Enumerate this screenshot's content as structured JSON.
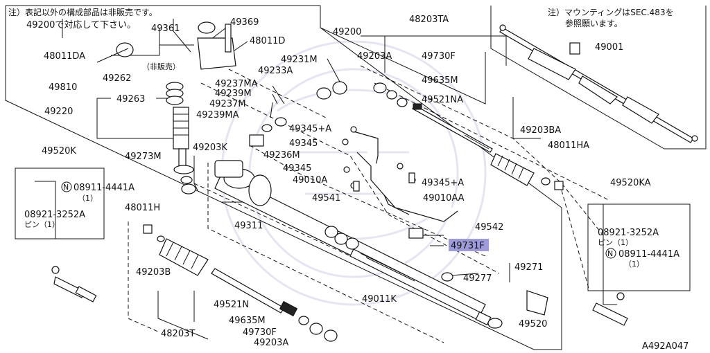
{
  "notes": {
    "top_left_line1": "注）表記以外の構成部品は非販売です。",
    "top_left_line2": "49200で対応して下さい。",
    "top_right_line1": "注）マウンティングはSEC.483を",
    "top_right_line2": "参照願います。",
    "not_sold": "（非販売）"
  },
  "figure_code": "A492A047",
  "highlighted_part": "49731F",
  "parts": {
    "p49369": "49369",
    "p49361": "49361",
    "p48011D": "48011D",
    "p49200": "49200",
    "p48203TA": "48203TA",
    "p49001": "49001",
    "p48011DA": "48011DA",
    "p49262": "49262",
    "p49810": "49810",
    "p49231M": "49231M",
    "p49233A": "49233A",
    "p49203A_top": "49203A",
    "p49730F_top": "49730F",
    "p49635M_top": "49635M",
    "p49521NA": "49521NA",
    "p49237MA": "49237MA",
    "p49239M": "49239M",
    "p49237M": "49237M",
    "p49239MA": "49239MA",
    "p49263": "49263",
    "p49220": "49220",
    "p49345A_1": "49345+A",
    "p49345_1": "49345",
    "p49345_2": "49345",
    "p49345A_2": "49345+A",
    "p49203BA": "49203BA",
    "p48011HA": "48011HA",
    "p49520K": "49520K",
    "p49273M": "49273M",
    "p49203K": "49203K",
    "p49236M": "49236M",
    "p49010A": "49010A",
    "p49010AA": "49010AA",
    "p49520KA": "49520KA",
    "p08911_left": "08911-4441A",
    "p08911_left_qty": "（1）",
    "p48011H": "48011H",
    "p49541": "49541",
    "p08921_left": "08921-3252A",
    "p08921_left_sub": "ピン（1）",
    "p49311": "49311",
    "p49542": "49542",
    "p08921_right": "08921-3252A",
    "p08921_right_sub": "ピン（1）",
    "p08911_right": "08911-4441A",
    "p08911_right_qty": "（1）",
    "p49731F": "49731F",
    "p49271": "49271",
    "p49203B": "49203B",
    "p49277": "49277",
    "p49521N": "49521N",
    "p49011K": "49011K",
    "p49635M_bot": "49635M",
    "p49520": "49520",
    "p48203T": "48203T",
    "p49730F_bot": "49730F",
    "p49203A_bot": "49203A"
  }
}
